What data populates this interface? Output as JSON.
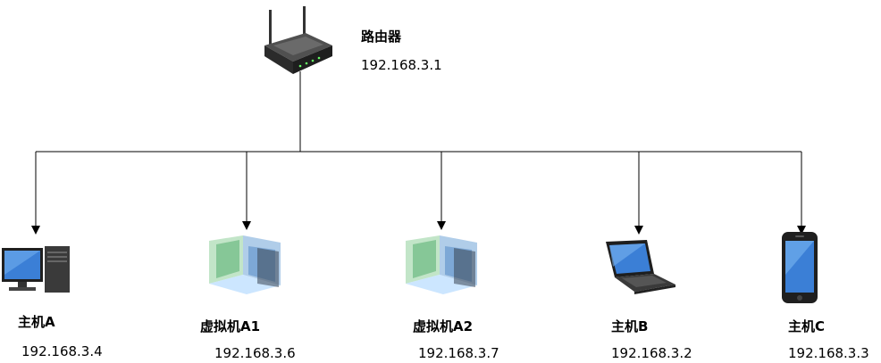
{
  "router": {
    "name": "路由器",
    "ip": "192.168.3.1",
    "icon": "router-icon"
  },
  "devices": [
    {
      "id": "host-a",
      "name": "主机A",
      "ip": "192.168.3.4",
      "icon": "desktop-computer-icon"
    },
    {
      "id": "vm-a1",
      "name": "虚拟机A1",
      "ip": "192.168.3.6",
      "icon": "virtual-machine-icon"
    },
    {
      "id": "vm-a2",
      "name": "虚拟机A2",
      "ip": "192.168.3.7",
      "icon": "virtual-machine-icon"
    },
    {
      "id": "host-b",
      "name": "主机B",
      "ip": "192.168.3.2",
      "icon": "laptop-icon"
    },
    {
      "id": "host-c",
      "name": "主机C",
      "ip": "192.168.3.3",
      "icon": "smartphone-icon"
    }
  ],
  "colors": {
    "line": "#000000",
    "screen": "#3b7fd6",
    "device_dark": "#2b2b2b"
  }
}
